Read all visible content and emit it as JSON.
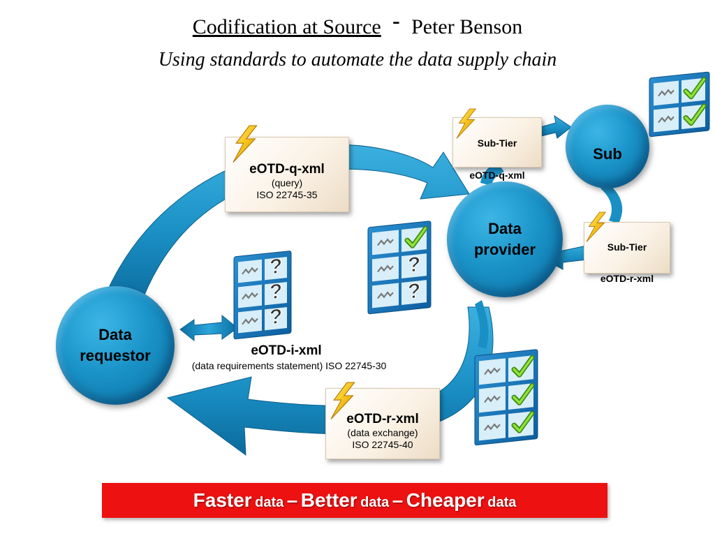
{
  "title": {
    "main": "Codification at Source",
    "dash": "-",
    "author": "Peter Benson",
    "subtitle": "Using standards to automate the data supply chain"
  },
  "nodes": {
    "requestor": "Data\nrequestor",
    "provider": "Data\nprovider",
    "sub": "Sub"
  },
  "cards": {
    "q": {
      "title": "eOTD-q-xml",
      "line1": "(query)",
      "line2": "ISO 22745-35"
    },
    "r": {
      "title": "eOTD-r-xml",
      "line1": "(data exchange)",
      "line2": "ISO 22745-40"
    },
    "sub_q": {
      "line1": "Sub-Tier",
      "line2": "eOTD-q-xml"
    },
    "sub_r": {
      "line1": "Sub-Tier",
      "line2": "eOTD-r-xml"
    }
  },
  "ixml": {
    "title": "eOTD-i-xml",
    "subtitle": "(data requirements statement) ISO 22745-30"
  },
  "banner": {
    "w1": "Faster",
    "w2": "data",
    "sep1": "–",
    "w3": "Better",
    "w4": "data",
    "sep2": "–",
    "w5": "Cheaper",
    "w6": "data"
  },
  "icons": [
    "lightning-bolt-icon",
    "data-sheet-icon",
    "question-mark-icon",
    "checkmark-icon",
    "arrow-icon"
  ],
  "colors": {
    "arrow": "#1a8fc4",
    "circle": "#1a93c8",
    "banner": "#ee1111",
    "card": "#fbf2e6",
    "bolt": "#f6c21a",
    "check": "#5fbf22"
  }
}
